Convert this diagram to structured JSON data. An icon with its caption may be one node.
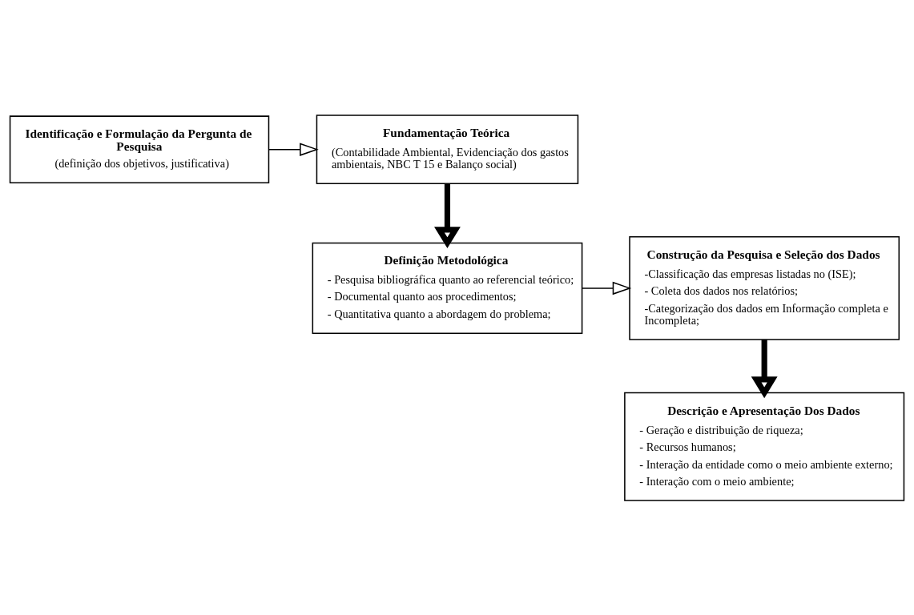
{
  "diagram": {
    "nodes": [
      {
        "text": [
          "Identificação e Formulação da Pergunta de Pesquisa",
          "(definição dos objetivos, justificativa)"
        ]
      },
      {
        "text": [
          "Fundamentação Teórica",
          "(Contabilidade Ambiental, Evidenciação dos gastos ambientais, NBC T 15 e Balanço social)"
        ]
      },
      {
        "text": [
          "Definição Metodológica",
          "- Pesquisa bibliográfica quanto ao referencial teórico;",
          "- Documental quanto aos procedimentos;",
          "- Quantitativa quanto a abordagem do problema;"
        ]
      },
      {
        "text": [
          "Construção da Pesquisa e Seleção dos Dados",
          "-Classificação das empresas listadas no (ISE);",
          "- Coleta dos dados nos relatórios;",
          "-Categorização dos dados em Informação completa e Incompleta;"
        ]
      },
      {
        "text": [
          "Descrição e Apresentação Dos Dados",
          "- Geração e distribuição de riqueza;",
          "- Recursos humanos;",
          "- Interação da entidade como o meio ambiente externo;",
          "- Interação com o meio ambiente;"
        ]
      }
    ],
    "edges": [
      {
        "from": 0,
        "to": 1,
        "arrow": "to"
      },
      {
        "from": 1,
        "to": 2,
        "arrow": "to",
        "style": "thick"
      },
      {
        "from": 2,
        "to": 3,
        "arrow": "to"
      },
      {
        "from": 3,
        "to": 4,
        "arrow": "to",
        "style": "thick"
      }
    ]
  }
}
